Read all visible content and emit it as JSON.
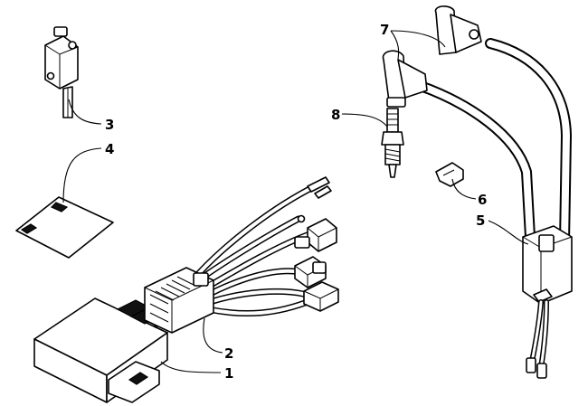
{
  "callouts": [
    {
      "number": "1",
      "part": "cdi-module"
    },
    {
      "number": "2",
      "part": "wiring-harness"
    },
    {
      "number": "3",
      "part": "rectifier-regulator"
    },
    {
      "number": "4",
      "part": "decal-sheet"
    },
    {
      "number": "5",
      "part": "ignition-coil"
    },
    {
      "number": "6",
      "part": "clip"
    },
    {
      "number": "7",
      "part": "spark-plug-caps"
    },
    {
      "number": "8",
      "part": "spark-plug"
    }
  ]
}
